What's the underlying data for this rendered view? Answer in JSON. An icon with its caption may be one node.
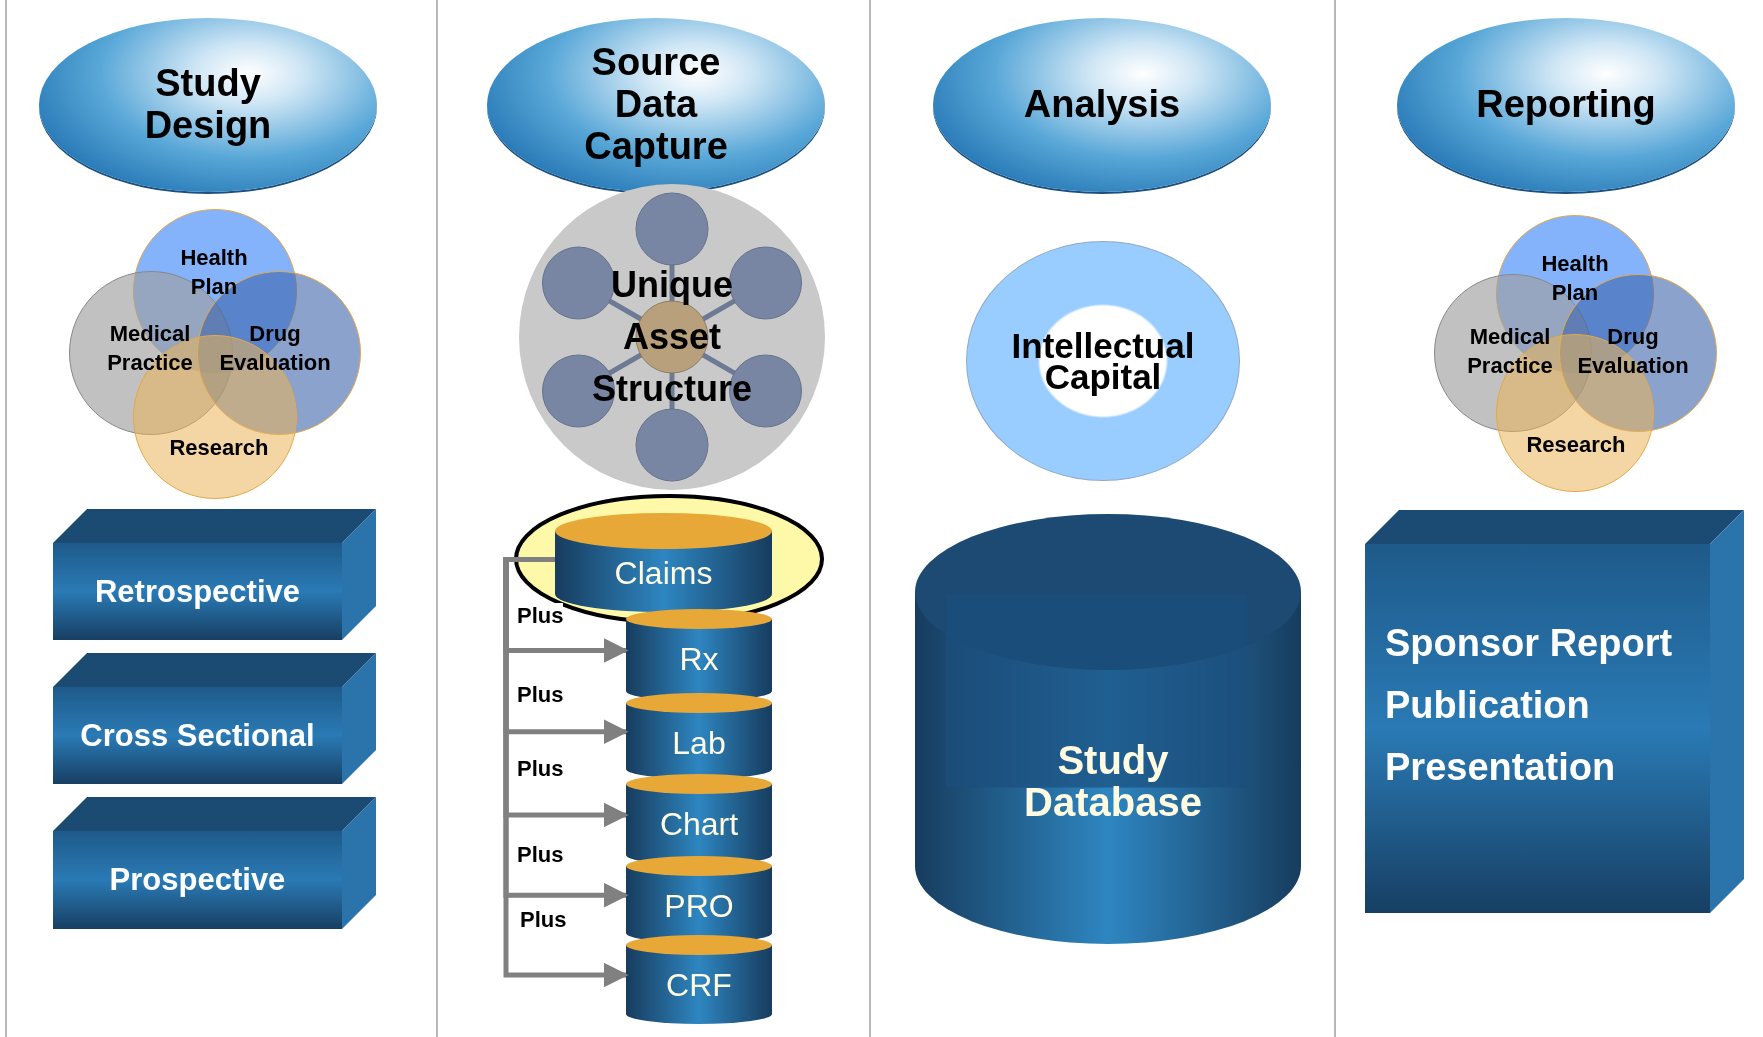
{
  "diagram": {
    "nodes": [
      {
        "text": [
          "Study Design"
        ]
      },
      {
        "text": [
          "Health Plan"
        ]
      },
      {
        "text": [
          "Medical Practice"
        ]
      },
      {
        "text": [
          "Drug Evaluation"
        ]
      },
      {
        "text": [
          "Research"
        ]
      },
      {
        "text": [
          "Retrospective"
        ]
      },
      {
        "text": [
          "Cross Sectional"
        ]
      },
      {
        "text": [
          "Prospective"
        ]
      },
      {
        "text": [
          "Source Data Capture"
        ]
      },
      {
        "text": [
          "Unique Asset Structure"
        ]
      },
      {
        "text": [
          "Claims"
        ]
      },
      {
        "text": [
          "Rx"
        ]
      },
      {
        "text": [
          "Lab"
        ]
      },
      {
        "text": [
          "Chart"
        ]
      },
      {
        "text": [
          "PRO"
        ]
      },
      {
        "text": [
          "CRF"
        ]
      },
      {
        "text": [
          "Analysis"
        ]
      },
      {
        "text": [
          "Intellectual Capital"
        ]
      },
      {
        "text": [
          "Study Database"
        ]
      },
      {
        "text": [
          "Reporting"
        ]
      },
      {
        "text": [
          "Health Plan"
        ]
      },
      {
        "text": [
          "Medical Practice"
        ]
      },
      {
        "text": [
          "Drug Evaluation"
        ]
      },
      {
        "text": [
          "Research"
        ]
      },
      {
        "text": [
          "Sponsor Report",
          "Publication",
          "Presentation"
        ]
      }
    ],
    "edges": [
      {
        "from": 10,
        "to": 11,
        "arrow": "to",
        "label": "Plus"
      },
      {
        "from": 10,
        "to": 12,
        "arrow": "to",
        "label": "Plus"
      },
      {
        "from": 10,
        "to": 13,
        "arrow": "to",
        "label": "Plus"
      },
      {
        "from": 10,
        "to": 14,
        "arrow": "to",
        "label": "Plus"
      },
      {
        "from": 10,
        "to": 15,
        "arrow": "to",
        "label": "Plus"
      }
    ]
  }
}
